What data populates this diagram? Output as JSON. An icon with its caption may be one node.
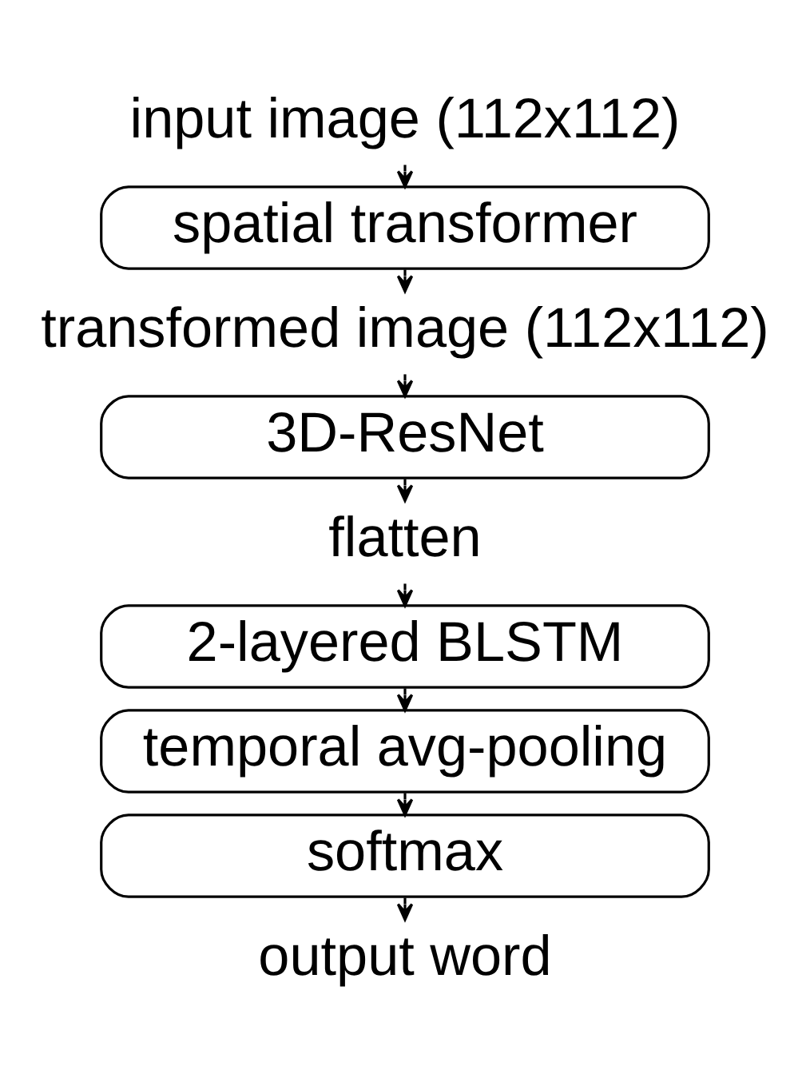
{
  "diagram": {
    "nodes": [
      {
        "text": [
          "input image (112x112)"
        ]
      },
      {
        "text": [
          "spatial transformer"
        ]
      },
      {
        "text": [
          "transformed image (112x112)"
        ]
      },
      {
        "text": [
          "3D-ResNet"
        ]
      },
      {
        "text": [
          "flatten"
        ]
      },
      {
        "text": [
          "2-layered BLSTM"
        ]
      },
      {
        "text": [
          "temporal avg-pooling"
        ]
      },
      {
        "text": [
          "softmax"
        ]
      },
      {
        "text": [
          "output word"
        ]
      }
    ],
    "edges": [
      {
        "from": 0,
        "to": 1,
        "arrow": "to"
      },
      {
        "from": 1,
        "to": 2,
        "arrow": "to"
      },
      {
        "from": 2,
        "to": 3,
        "arrow": "to"
      },
      {
        "from": 3,
        "to": 4,
        "arrow": "to"
      },
      {
        "from": 4,
        "to": 5,
        "arrow": "to"
      },
      {
        "from": 5,
        "to": 6,
        "arrow": "to"
      },
      {
        "from": 6,
        "to": 7,
        "arrow": "to"
      },
      {
        "from": 7,
        "to": 8,
        "arrow": "to"
      }
    ]
  }
}
